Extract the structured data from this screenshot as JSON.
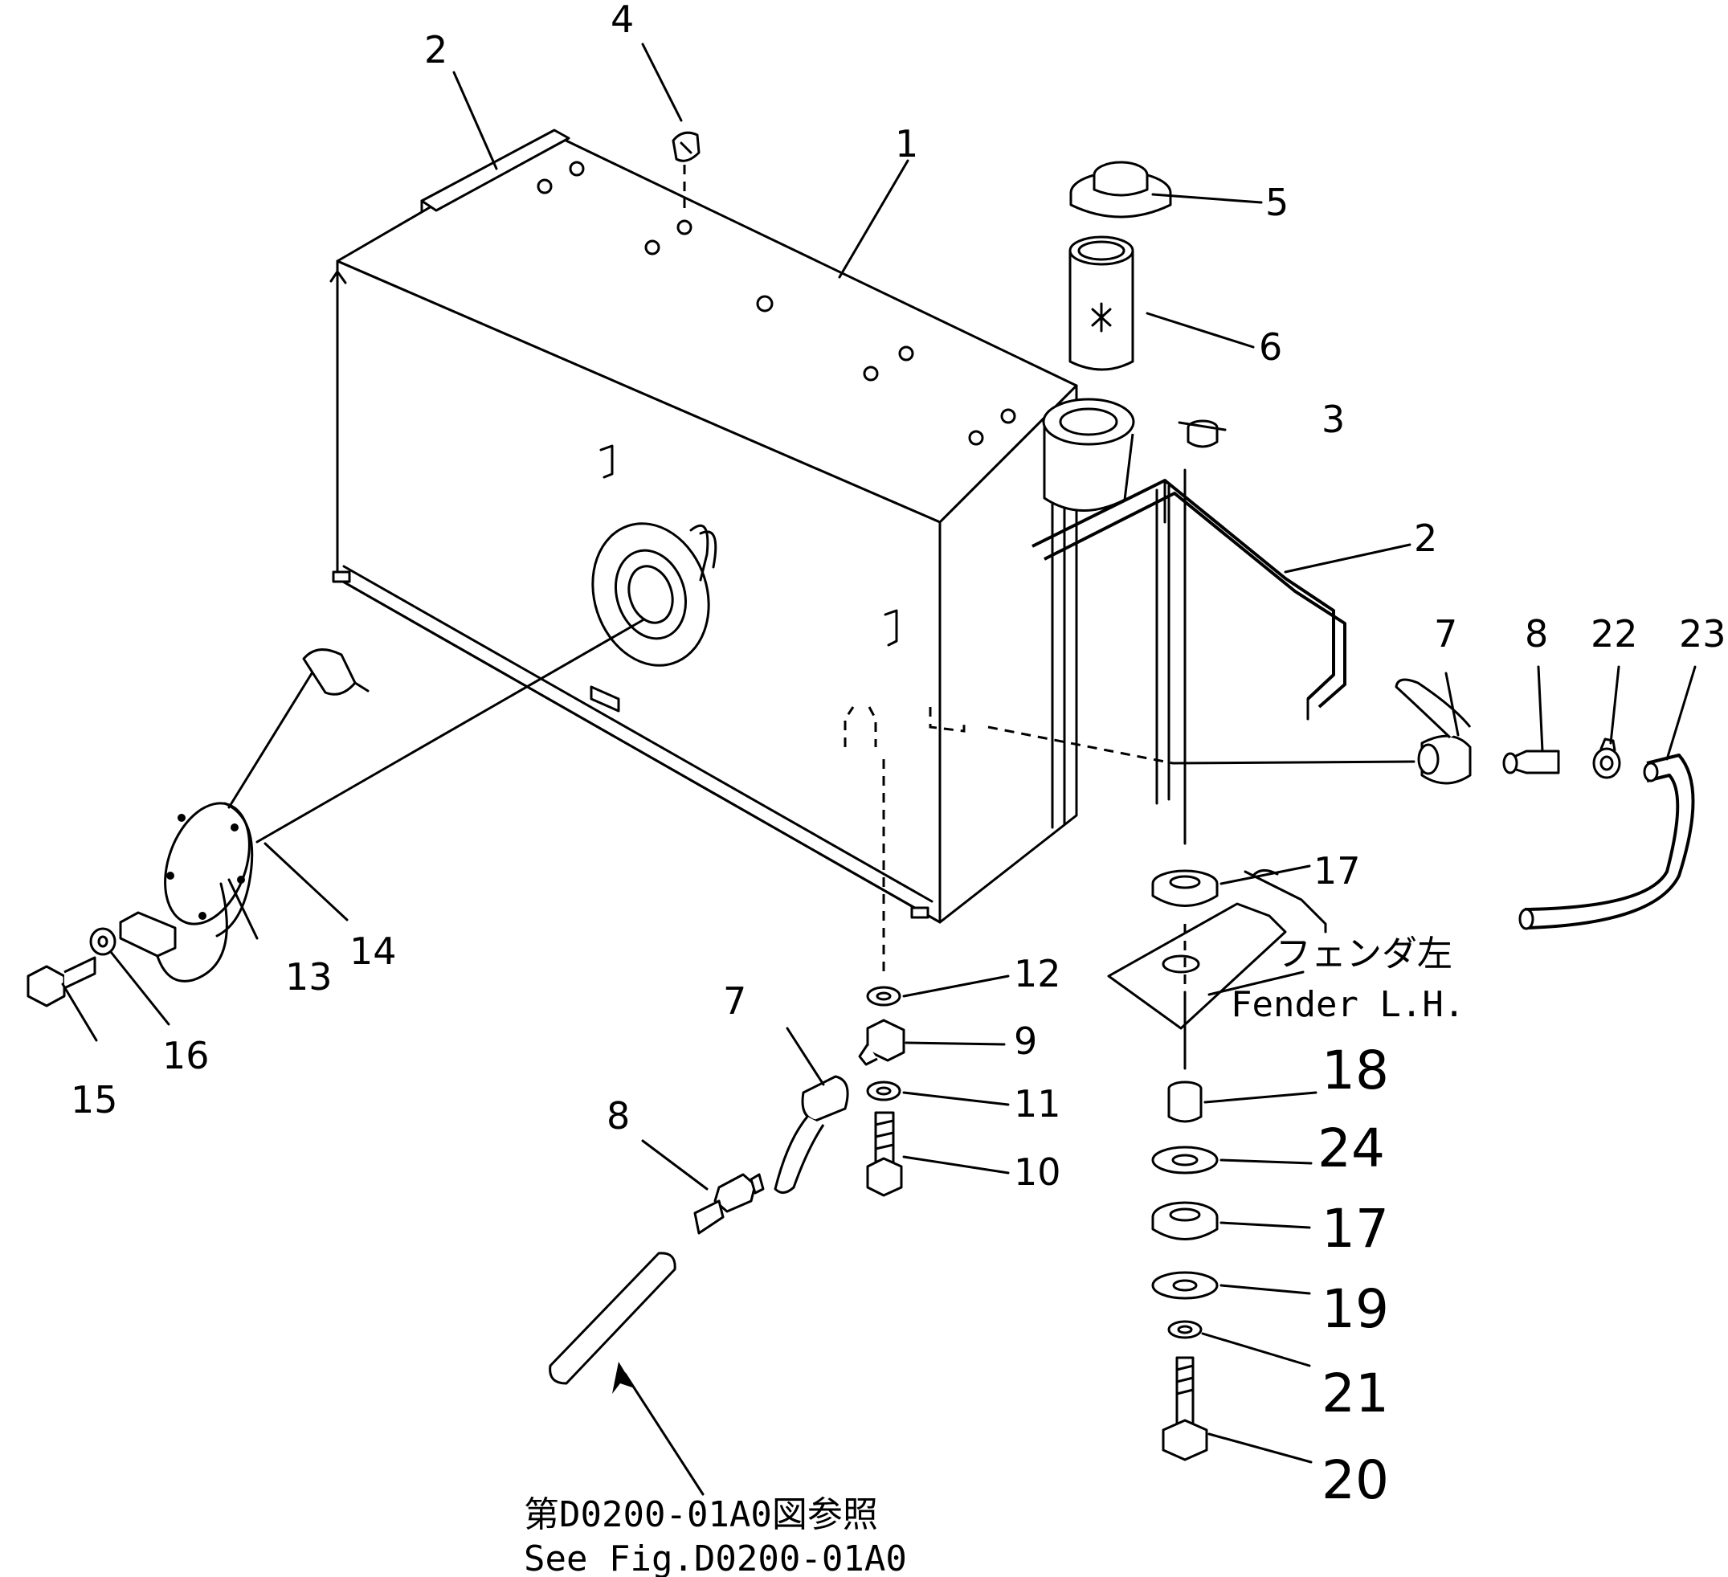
{
  "callouts": {
    "c1": "1",
    "c2a": "2",
    "c2b": "2",
    "c3": "3",
    "c4": "4",
    "c5": "5",
    "c6": "6",
    "c7a": "7",
    "c7b": "7",
    "c8a": "8",
    "c8b": "8",
    "c9": "9",
    "c10": "10",
    "c11": "11",
    "c12": "12",
    "c13": "13",
    "c14": "14",
    "c15": "15",
    "c16": "16",
    "c17a": "17",
    "c17b": "17",
    "c18": "18",
    "c19": "19",
    "c20": "20",
    "c21": "21",
    "c22": "22",
    "c23": "23",
    "c24": "24"
  },
  "notes": {
    "fender_jp": "フェンダ左",
    "fender_en": "Fender L.H.",
    "ref_jp": "第D0200-01A0図参照",
    "ref_en": "See Fig.D0200-01A0"
  }
}
